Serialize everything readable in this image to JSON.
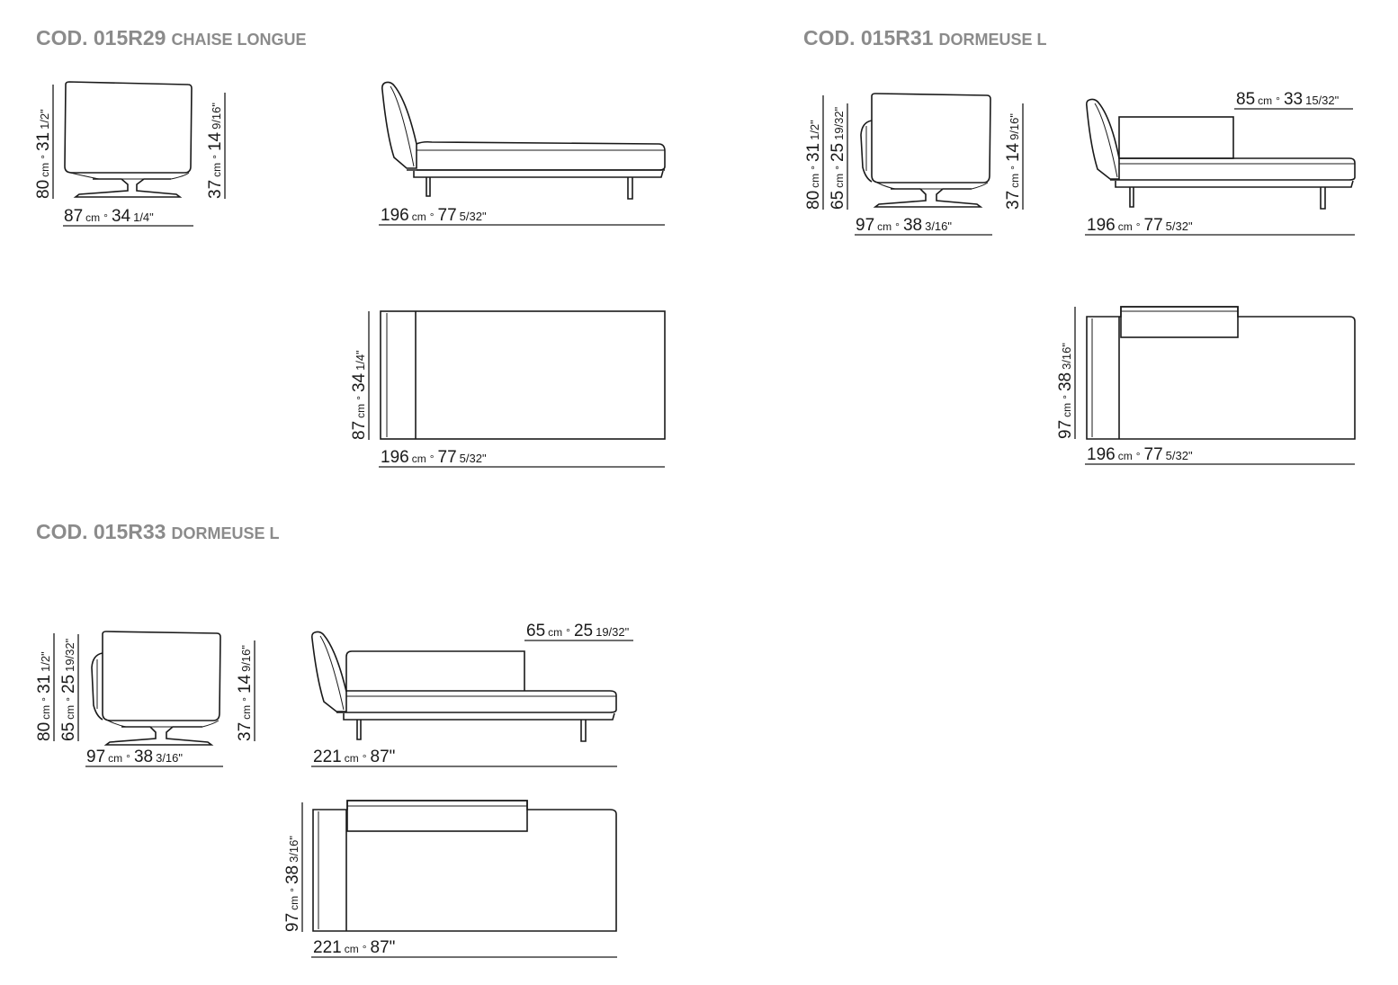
{
  "products": [
    {
      "code": "COD. 015R29",
      "name": "CHAISE LONGUE",
      "side_height_total": {
        "cm": "80",
        "sep": "°",
        "in": "31",
        "frac": "1/2\""
      },
      "side_seat_height": {
        "cm": "37",
        "sep": "°",
        "in": "14",
        "frac": "9/16\""
      },
      "side_depth": {
        "cm": "87",
        "sep": "°",
        "in": "34",
        "frac": "1/4\""
      },
      "front_length": {
        "cm": "196",
        "sep": "°",
        "in": "77",
        "frac": "5/32\""
      },
      "plan_depth": {
        "cm": "87",
        "sep": "°",
        "in": "34",
        "frac": "1/4\""
      },
      "plan_length": {
        "cm": "196",
        "sep": "°",
        "in": "77",
        "frac": "5/32\""
      }
    },
    {
      "code": "COD. 015R31",
      "name": "DORMEUSE L",
      "side_height_total": {
        "cm": "80",
        "sep": "°",
        "in": "31",
        "frac": "1/2\""
      },
      "side_back_height": {
        "cm": "65",
        "sep": "°",
        "in": "25",
        "frac": "19/32\""
      },
      "side_seat_height": {
        "cm": "37",
        "sep": "°",
        "in": "14",
        "frac": "9/16\""
      },
      "side_depth": {
        "cm": "97",
        "sep": "°",
        "in": "38",
        "frac": "3/16\""
      },
      "front_length": {
        "cm": "196",
        "sep": "°",
        "in": "77",
        "frac": "5/32\""
      },
      "back_cushion": {
        "cm": "85",
        "sep": "°",
        "in": "33",
        "frac": "15/32\""
      },
      "plan_depth": {
        "cm": "97",
        "sep": "°",
        "in": "38",
        "frac": "3/16\""
      },
      "plan_length": {
        "cm": "196",
        "sep": "°",
        "in": "77",
        "frac": "5/32\""
      }
    },
    {
      "code": "COD. 015R33",
      "name": "DORMEUSE L",
      "side_height_total": {
        "cm": "80",
        "sep": "°",
        "in": "31",
        "frac": "1/2\""
      },
      "side_back_height": {
        "cm": "65",
        "sep": "°",
        "in": "25",
        "frac": "19/32\""
      },
      "side_seat_height": {
        "cm": "37",
        "sep": "°",
        "in": "14",
        "frac": "9/16\""
      },
      "side_depth": {
        "cm": "97",
        "sep": "°",
        "in": "38",
        "frac": "3/16\""
      },
      "front_length": {
        "cm": "221",
        "sep": "°",
        "in": "87\"",
        "frac": ""
      },
      "back_cushion": {
        "cm": "65",
        "sep": "°",
        "in": "25",
        "frac": "19/32\""
      },
      "plan_depth": {
        "cm": "97",
        "sep": "°",
        "in": "38",
        "frac": "3/16\""
      },
      "plan_length": {
        "cm": "221",
        "sep": "°",
        "in": "87\"",
        "frac": ""
      }
    }
  ],
  "units": {
    "cm": "cm"
  },
  "colors": {
    "heading": "#8b8b8b",
    "line": "#1a1a1a",
    "background": "#ffffff"
  }
}
